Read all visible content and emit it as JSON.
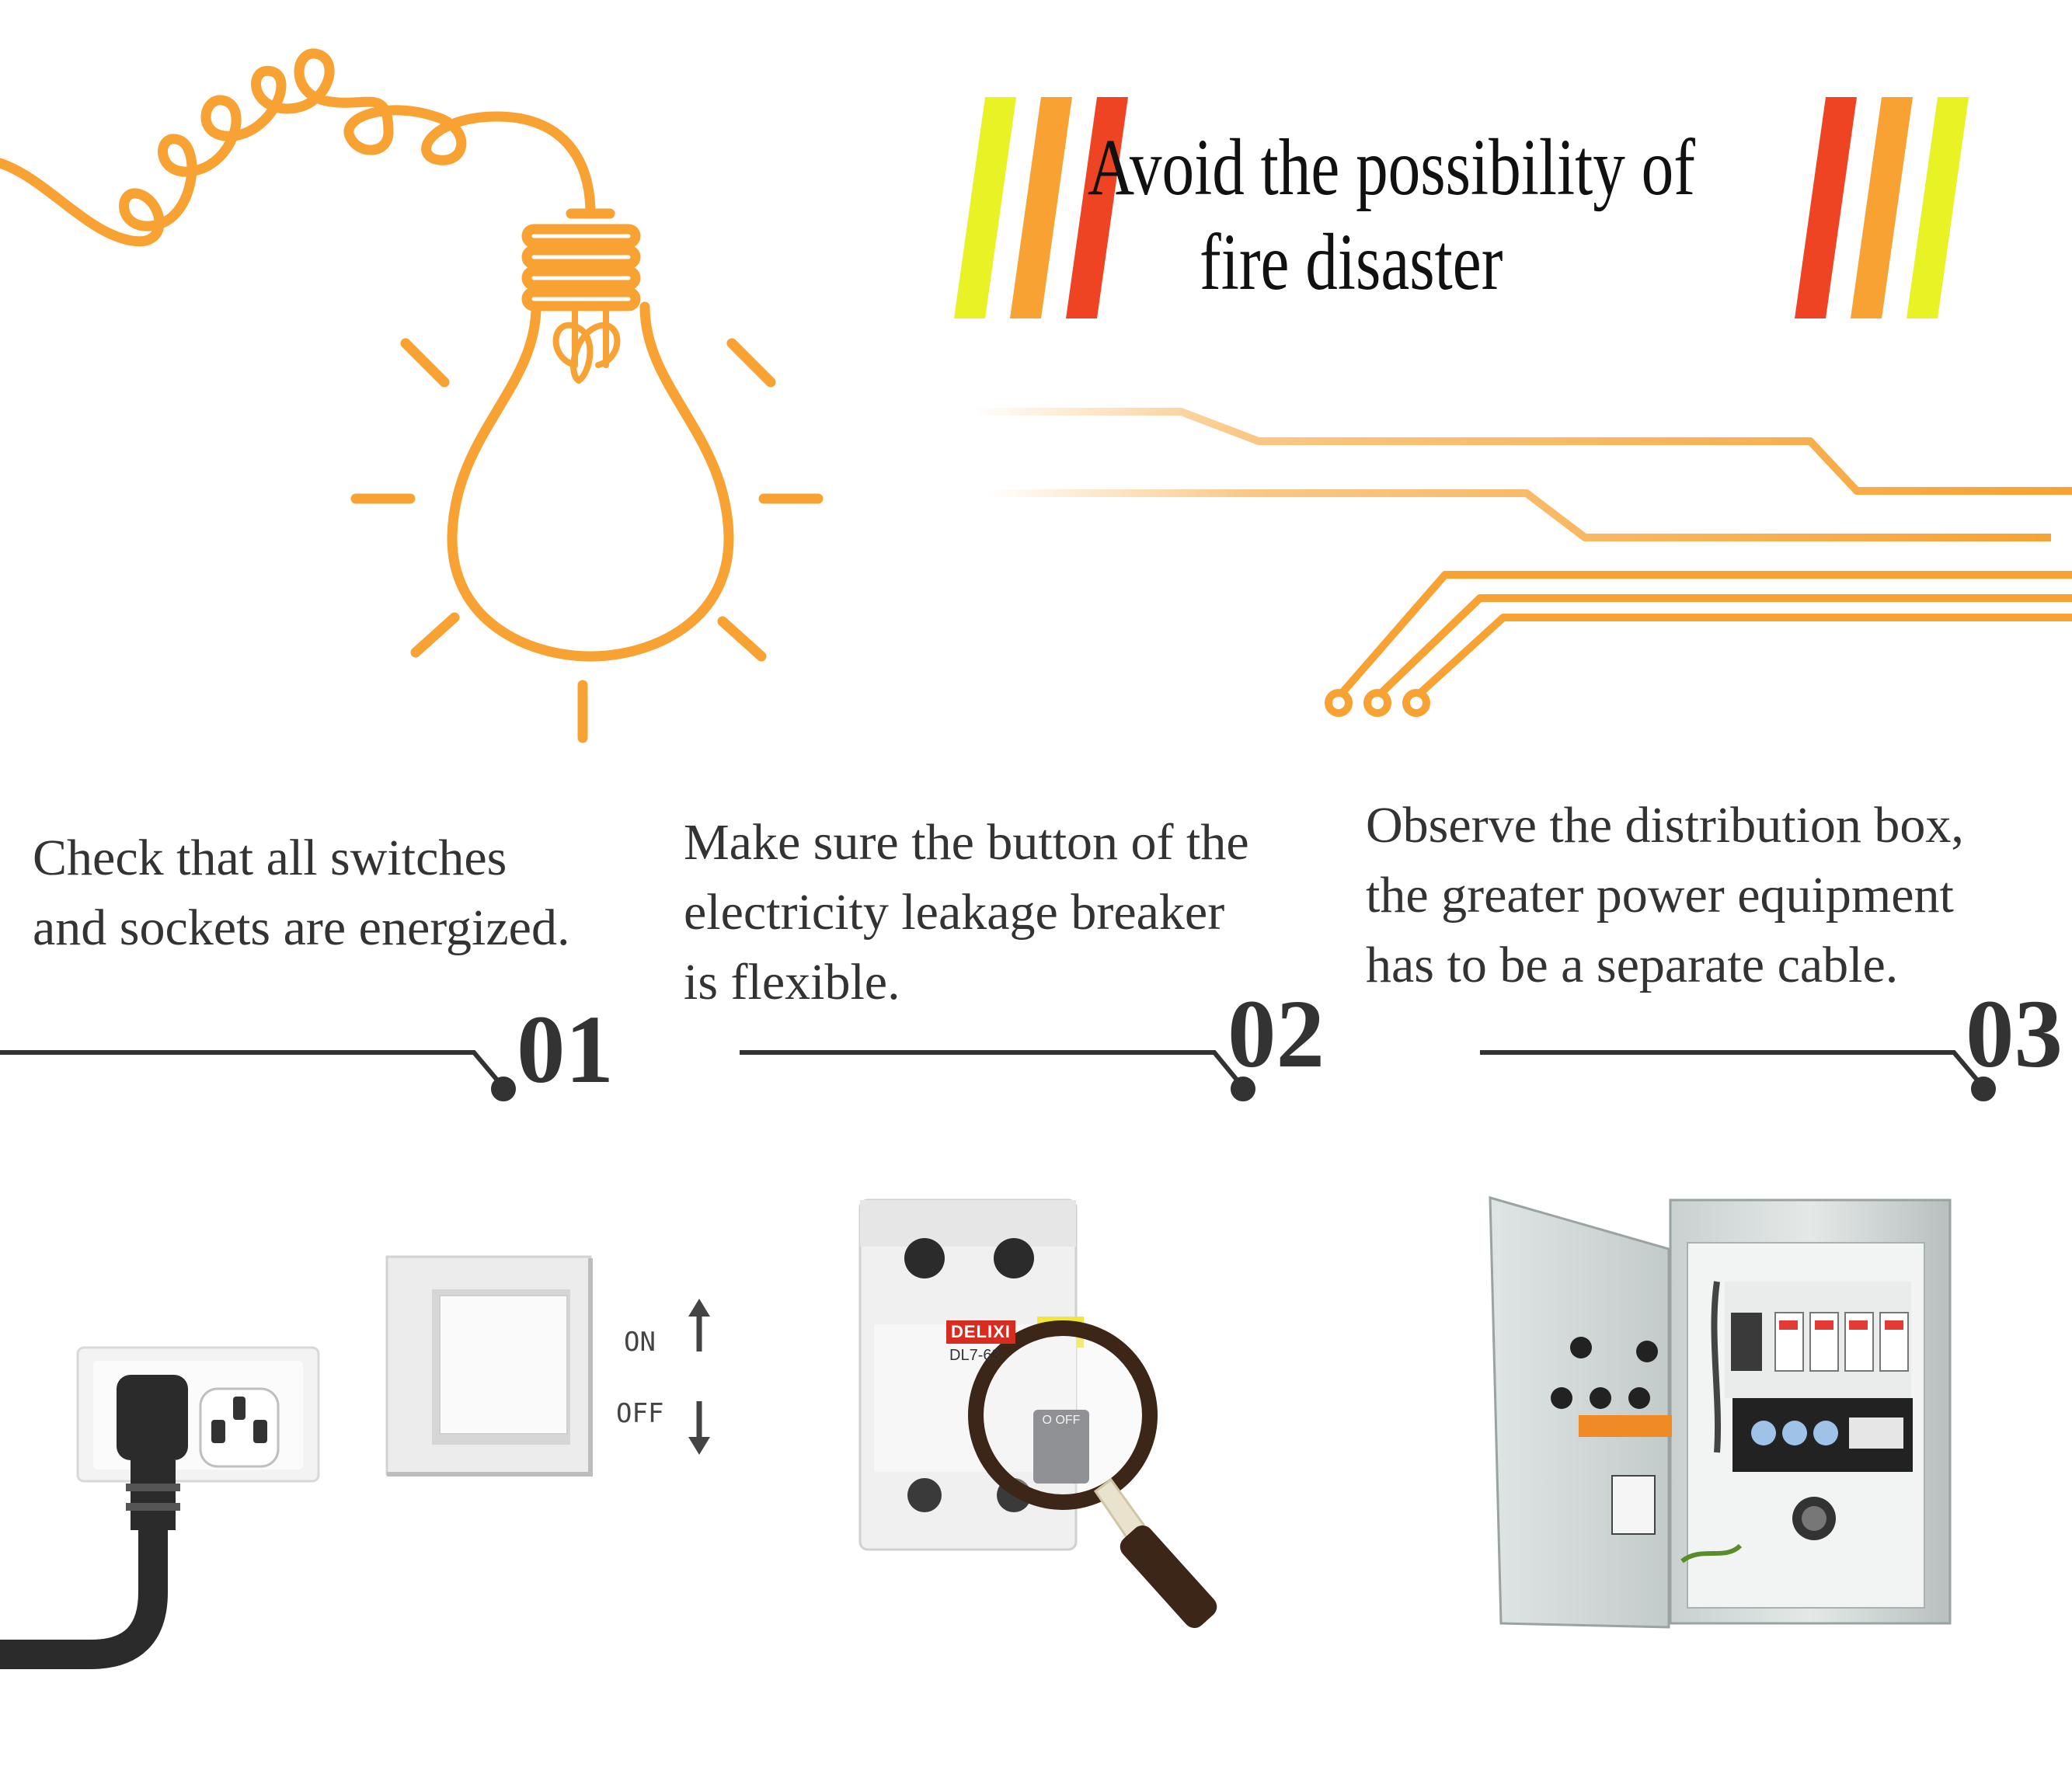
{
  "title": {
    "line1": "Avoid the possibility of",
    "line2": "fire disaster"
  },
  "steps": [
    {
      "number": "01",
      "line1": "Check that all switches",
      "line2": "and sockets are energized."
    },
    {
      "number": "02",
      "line1": "Make sure the button of the",
      "line2": "electricity leakage breaker",
      "line3": "is flexible."
    },
    {
      "number": "03",
      "line1": "Observe the distribution box,",
      "line2": "the greater power equipment",
      "line3": "has to be a separate cable."
    }
  ],
  "switch": {
    "on_label": "ON",
    "off_label": "OFF"
  },
  "breaker": {
    "brand": "DELIXI",
    "model": "DL7-63",
    "switch_label": "O OFF"
  },
  "colors": {
    "orange": "#f7a233",
    "red": "#ef4423",
    "yellow": "#e8f224",
    "dark": "#333333"
  }
}
